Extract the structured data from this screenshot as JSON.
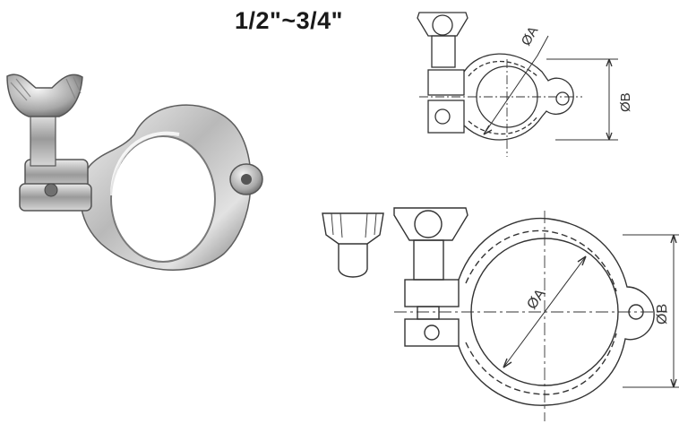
{
  "title": "1/2\"~3/4\"",
  "top_view": {
    "dim_a": "ØA",
    "dim_b": "ØB"
  },
  "bottom_view": {
    "dim_a": "ØA",
    "dim_b": "ØB"
  },
  "colors": {
    "line": "#333333",
    "steel_light": "#eeeeee",
    "steel_dark": "#6f6f6f"
  }
}
